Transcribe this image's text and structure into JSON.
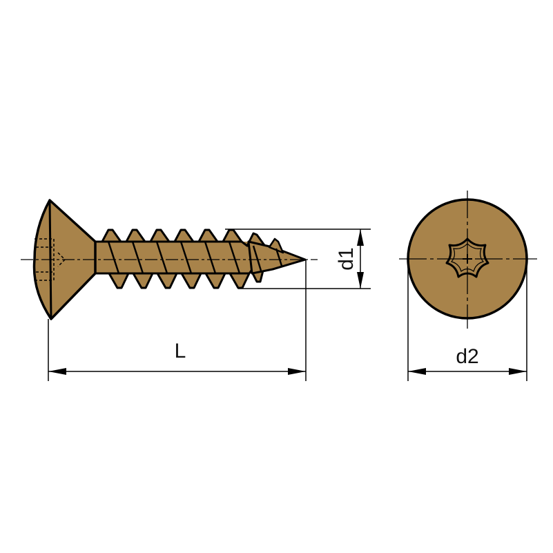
{
  "colors": {
    "screw_fill": "#A8834A",
    "outline": "#000000",
    "background": "#ffffff"
  },
  "labels": {
    "length": "L",
    "thread_diameter": "d1",
    "head_diameter": "d2"
  },
  "features": {
    "head_type": "raised countersunk head",
    "drive_icon": "torx-star-icon"
  }
}
